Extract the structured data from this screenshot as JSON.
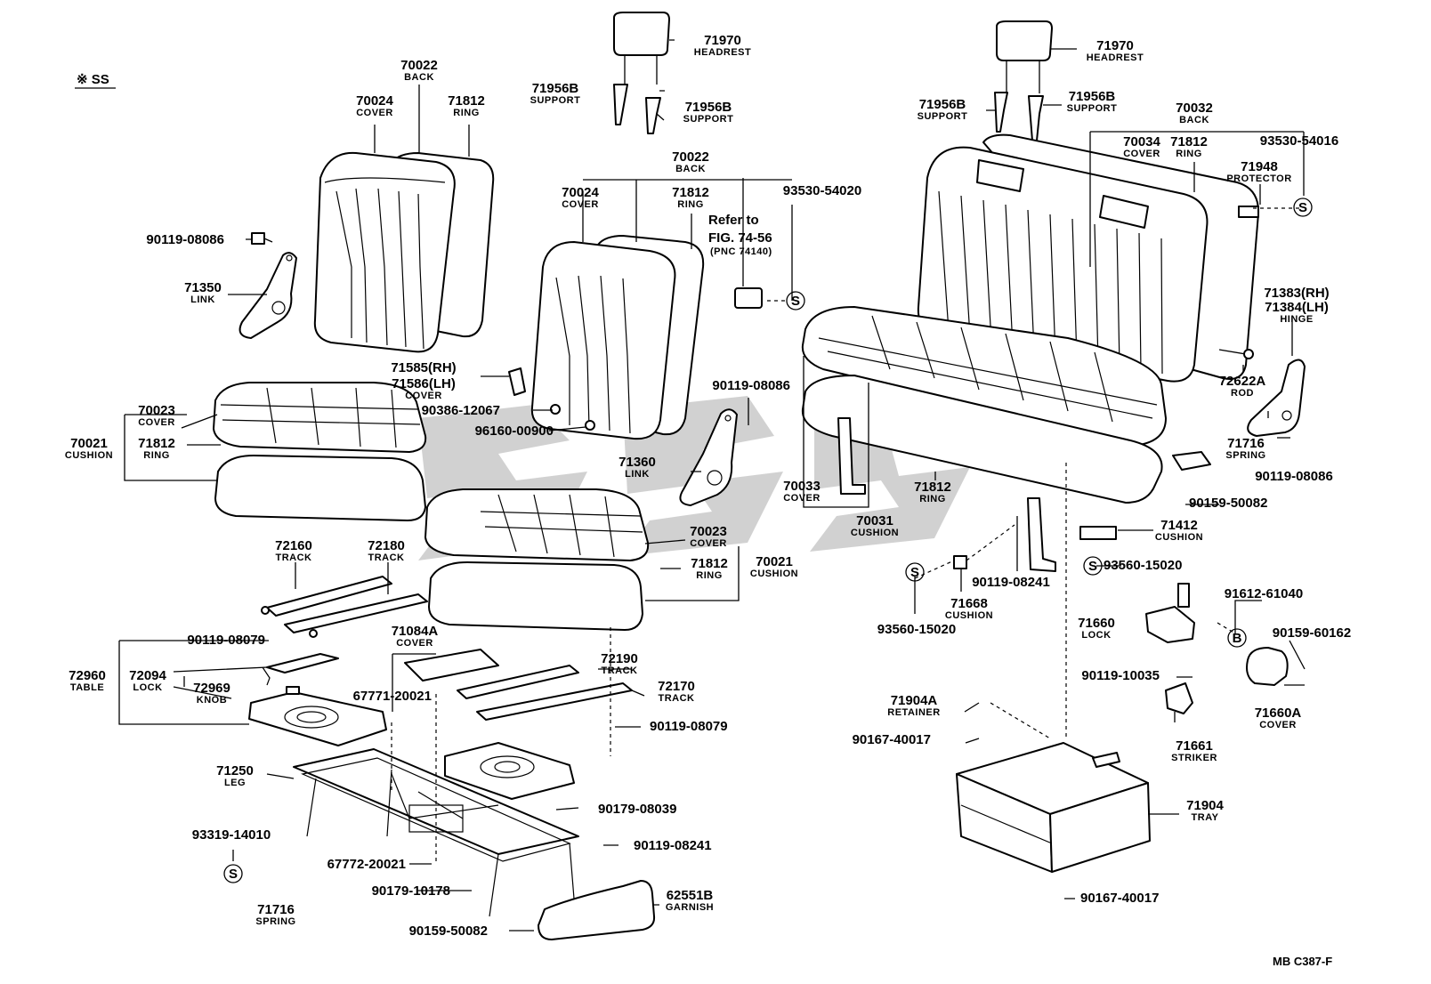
{
  "header_note": "※ SS",
  "footer_code": "MB  C387-F",
  "callouts": [
    {
      "id": "c1",
      "pn": "70022",
      "name": "BACK"
    },
    {
      "id": "c2",
      "pn": "70024",
      "name": "COVER"
    },
    {
      "id": "c3",
      "pn": "71812",
      "name": "RING"
    },
    {
      "id": "c4",
      "pn": "90119-08086",
      "name": ""
    },
    {
      "id": "c5",
      "pn": "71350",
      "name": "LINK"
    },
    {
      "id": "c6",
      "pn": "70023",
      "name": "COVER"
    },
    {
      "id": "c7",
      "pn": "70021",
      "name": "CUSHION"
    },
    {
      "id": "c8",
      "pn": "71812",
      "name": "RING"
    },
    {
      "id": "c9",
      "pn": "72160",
      "name": "TRACK"
    },
    {
      "id": "c10",
      "pn": "72180",
      "name": "TRACK"
    },
    {
      "id": "c11",
      "pn": "90119-08079",
      "name": ""
    },
    {
      "id": "c12",
      "pn": "72960",
      "name": "TABLE"
    },
    {
      "id": "c13",
      "pn": "72094",
      "name": "LOCK"
    },
    {
      "id": "c14",
      "pn": "72969",
      "name": "KNOB"
    },
    {
      "id": "c15",
      "pn": "71084A",
      "name": "COVER"
    },
    {
      "id": "c16",
      "pn": "67771-20021",
      "name": ""
    },
    {
      "id": "c17",
      "pn": "71250",
      "name": "LEG"
    },
    {
      "id": "c18",
      "pn": "93319-14010",
      "name": ""
    },
    {
      "id": "c19",
      "pn": "67772-20021",
      "name": ""
    },
    {
      "id": "c20",
      "pn": "90179-10178",
      "name": ""
    },
    {
      "id": "c21",
      "pn": "71716",
      "name": "SPRING"
    },
    {
      "id": "c22",
      "pn": "90159-50082",
      "name": ""
    },
    {
      "id": "c23",
      "pn": "62551B",
      "name": "GARNISH"
    },
    {
      "id": "c24",
      "pn": "90119-08241",
      "name": ""
    },
    {
      "id": "c25",
      "pn": "90179-08039",
      "name": ""
    },
    {
      "id": "c26",
      "pn": "90119-08079",
      "name": ""
    },
    {
      "id": "c27",
      "pn": "72170",
      "name": "TRACK"
    },
    {
      "id": "c28",
      "pn": "72190",
      "name": "TRACK"
    },
    {
      "id": "c29",
      "pn": "71812",
      "name": "RING"
    },
    {
      "id": "c30",
      "pn": "70021",
      "name": "CUSHION"
    },
    {
      "id": "c31",
      "pn": "70023",
      "name": "COVER"
    },
    {
      "id": "c32",
      "pn": "71970",
      "name": "HEADREST"
    },
    {
      "id": "c33",
      "pn": "71956B",
      "name": "SUPPORT"
    },
    {
      "id": "c34",
      "pn": "71956B",
      "name": "SUPPORT"
    },
    {
      "id": "c35",
      "pn": "70022",
      "name": "BACK"
    },
    {
      "id": "c36",
      "pn": "70024",
      "name": "COVER"
    },
    {
      "id": "c37",
      "pn": "71812",
      "name": "RING"
    },
    {
      "id": "c38",
      "pn": "93530-54020",
      "name": ""
    },
    {
      "id": "c40",
      "pn": "71585(RH)",
      "name": ""
    },
    {
      "id": "c41",
      "pn": "71586(LH)",
      "name": "COVER"
    },
    {
      "id": "c42",
      "pn": "90386-12067",
      "name": ""
    },
    {
      "id": "c43",
      "pn": "96160-00900",
      "name": ""
    },
    {
      "id": "c44",
      "pn": "90119-08086",
      "name": ""
    },
    {
      "id": "c45",
      "pn": "71360",
      "name": "LINK"
    },
    {
      "id": "c46",
      "pn": "71970",
      "name": "HEADREST"
    },
    {
      "id": "c47",
      "pn": "71956B",
      "name": "SUPPORT"
    },
    {
      "id": "c48",
      "pn": "71956B",
      "name": "SUPPORT"
    },
    {
      "id": "c49",
      "pn": "70032",
      "name": "BACK"
    },
    {
      "id": "c50",
      "pn": "70034",
      "name": "COVER"
    },
    {
      "id": "c51",
      "pn": "71812",
      "name": "RING"
    },
    {
      "id": "c52",
      "pn": "93530-54016",
      "name": ""
    },
    {
      "id": "c53",
      "pn": "71948",
      "name": "PROTECTOR"
    },
    {
      "id": "c54",
      "pn": "71383(RH)",
      "name": ""
    },
    {
      "id": "c55",
      "pn": "71384(LH)",
      "name": "HINGE"
    },
    {
      "id": "c56",
      "pn": "72622A",
      "name": "ROD"
    },
    {
      "id": "c57",
      "pn": "71716",
      "name": "SPRING"
    },
    {
      "id": "c58",
      "pn": "90119-08086",
      "name": ""
    },
    {
      "id": "c59",
      "pn": "90159-50082",
      "name": ""
    },
    {
      "id": "c60",
      "pn": "71412",
      "name": "CUSHION"
    },
    {
      "id": "c61",
      "pn": "93560-15020",
      "name": ""
    },
    {
      "id": "c62",
      "pn": "91612-61040",
      "name": ""
    },
    {
      "id": "c63",
      "pn": "71660",
      "name": "LOCK"
    },
    {
      "id": "c64",
      "pn": "90159-60162",
      "name": ""
    },
    {
      "id": "c65",
      "pn": "90119-10035",
      "name": ""
    },
    {
      "id": "c66",
      "pn": "71660A",
      "name": "COVER"
    },
    {
      "id": "c67",
      "pn": "71661",
      "name": "STRIKER"
    },
    {
      "id": "c68",
      "pn": "70033",
      "name": "COVER"
    },
    {
      "id": "c69",
      "pn": "70031",
      "name": "CUSHION"
    },
    {
      "id": "c70",
      "pn": "71812",
      "name": "RING"
    },
    {
      "id": "c71",
      "pn": "90119-08241",
      "name": ""
    },
    {
      "id": "c72",
      "pn": "71668",
      "name": "CUSHION"
    },
    {
      "id": "c73",
      "pn": "93560-15020",
      "name": ""
    },
    {
      "id": "c74",
      "pn": "71904A",
      "name": "RETAINER"
    },
    {
      "id": "c75",
      "pn": "90167-40017",
      "name": ""
    },
    {
      "id": "c76",
      "pn": "71904",
      "name": "TRAY"
    },
    {
      "id": "c77",
      "pn": "90167-40017",
      "name": ""
    }
  ],
  "refer_note": {
    "line1": "Refer to",
    "line2": "FIG. 74-56",
    "line3": "(PNC 74140)"
  },
  "markers": {
    "s": "S",
    "b": "B"
  }
}
